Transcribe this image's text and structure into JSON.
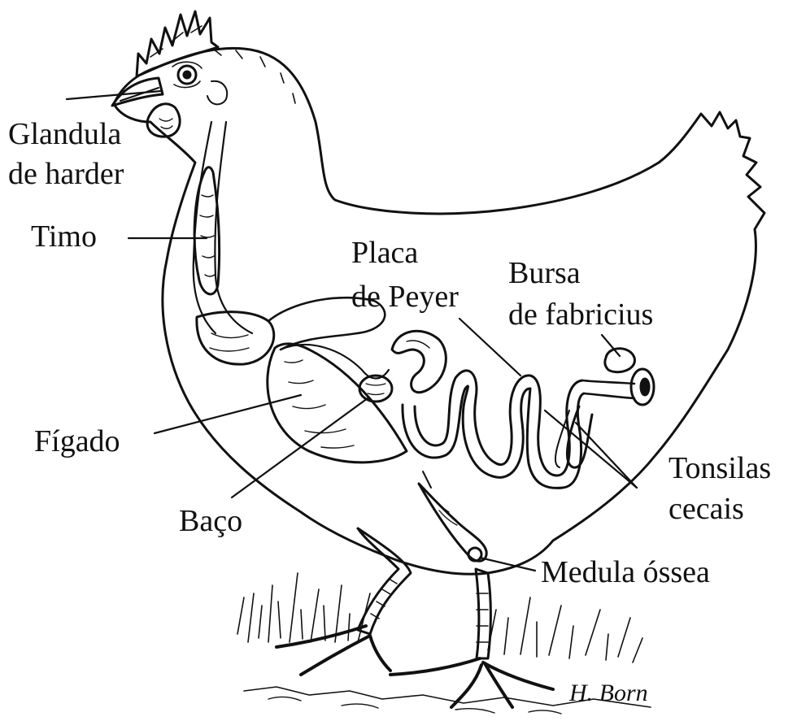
{
  "diagram": {
    "labels": {
      "glandula_harder": [
        "Glandula",
        "de harder"
      ],
      "timo": "Timo",
      "placa_peyer": [
        "Placa",
        "de Peyer"
      ],
      "bursa": [
        "Bursa",
        "de fabricius"
      ],
      "figado": "Fígado",
      "baco": "Baço",
      "tonsilas": [
        "Tonsilas",
        "cecais"
      ],
      "medula": "Medula óssea"
    },
    "signature": "H. Born"
  }
}
